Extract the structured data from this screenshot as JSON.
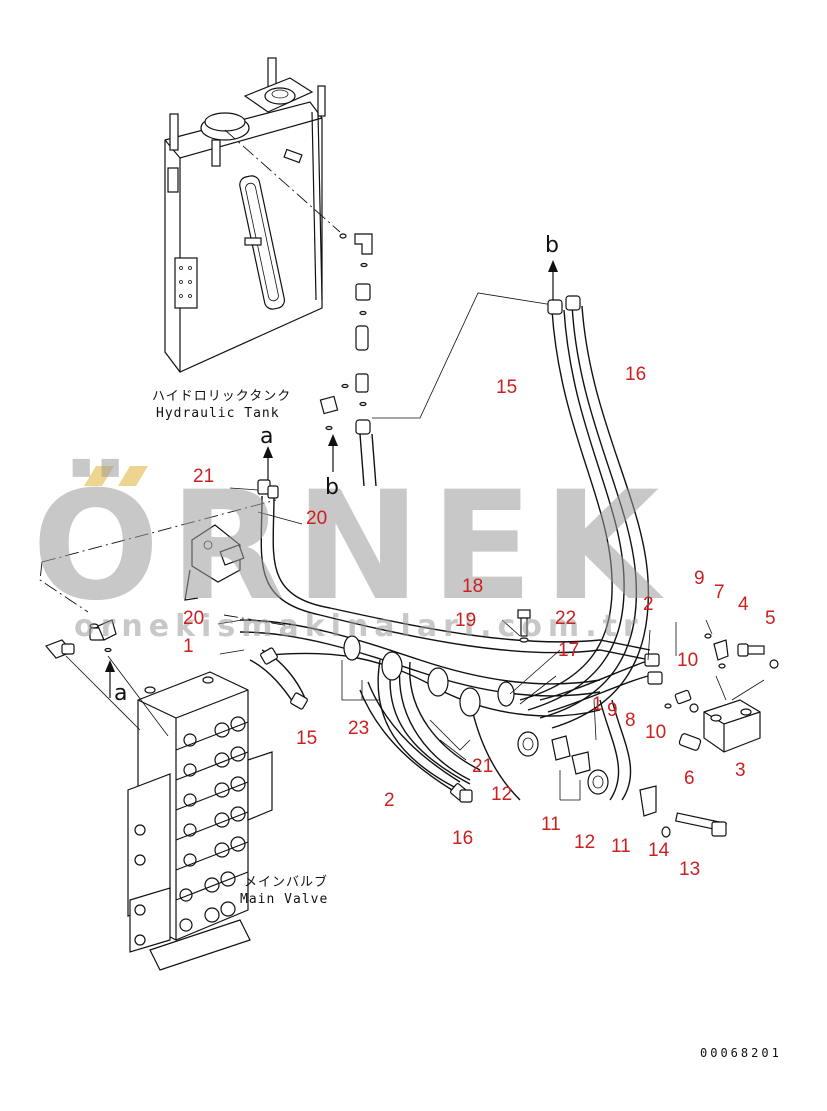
{
  "captions": {
    "hydraulic_tank_jp": "ハイドロリックタンク",
    "hydraulic_tank_en": "Hydraulic Tank",
    "main_valve_jp": "メインバルブ",
    "main_valve_en": "Main Valve"
  },
  "references": {
    "a1": "a",
    "a2": "a",
    "b1": "b",
    "b2": "b"
  },
  "document_number": "00068201",
  "watermark": {
    "brand": "ÖRNEK",
    "url": "ornekismakinalari.com.tr"
  },
  "colors": {
    "callout": "#cc1f1f",
    "line": "#111111",
    "watermark": "#9a9a9a"
  },
  "callouts": [
    {
      "id": "c1",
      "label": "1"
    },
    {
      "id": "c2",
      "label": "1"
    },
    {
      "id": "c3",
      "label": "2"
    },
    {
      "id": "c4",
      "label": "2"
    },
    {
      "id": "c5",
      "label": "3"
    },
    {
      "id": "c6",
      "label": "4"
    },
    {
      "id": "c7",
      "label": "5"
    },
    {
      "id": "c8",
      "label": "6"
    },
    {
      "id": "c9",
      "label": "7"
    },
    {
      "id": "c10",
      "label": "8"
    },
    {
      "id": "c11",
      "label": "9"
    },
    {
      "id": "c12",
      "label": "9"
    },
    {
      "id": "c13",
      "label": "10"
    },
    {
      "id": "c14",
      "label": "10"
    },
    {
      "id": "c15",
      "label": "11"
    },
    {
      "id": "c16",
      "label": "11"
    },
    {
      "id": "c17",
      "label": "12"
    },
    {
      "id": "c18",
      "label": "12"
    },
    {
      "id": "c19",
      "label": "13"
    },
    {
      "id": "c20",
      "label": "14"
    },
    {
      "id": "c21",
      "label": "15"
    },
    {
      "id": "c22",
      "label": "15"
    },
    {
      "id": "c23",
      "label": "16"
    },
    {
      "id": "c24",
      "label": "16"
    },
    {
      "id": "c25",
      "label": "17"
    },
    {
      "id": "c26",
      "label": "18"
    },
    {
      "id": "c27",
      "label": "19"
    },
    {
      "id": "c28",
      "label": "20"
    },
    {
      "id": "c29",
      "label": "20"
    },
    {
      "id": "c30",
      "label": "21"
    },
    {
      "id": "c31",
      "label": "21"
    },
    {
      "id": "c32",
      "label": "22"
    },
    {
      "id": "c33",
      "label": "23"
    }
  ]
}
